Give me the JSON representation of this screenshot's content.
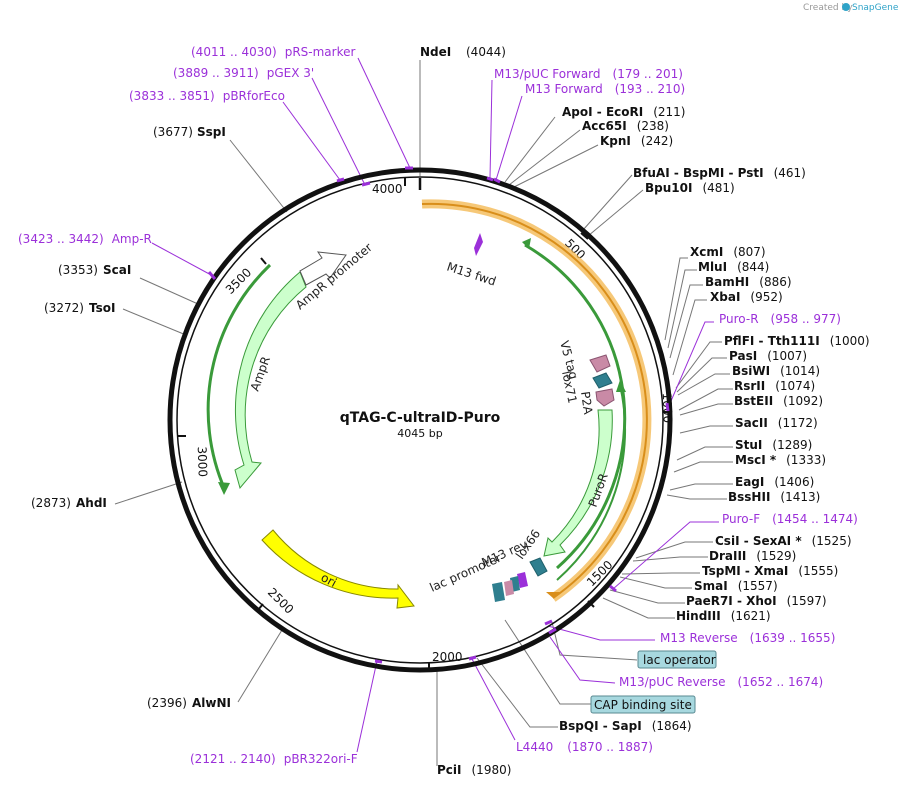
{
  "header": {
    "created_by": "Created by",
    "brand": "SnapGene"
  },
  "plasmid": {
    "name": "qTAG-C-ultraID-Puro",
    "size_label": "4045 bp"
  },
  "ticks": [
    "500",
    "1000",
    "1500",
    "2000",
    "2500",
    "3000",
    "3500",
    "4000"
  ],
  "features": {
    "m13_fwd": "M13 fwd",
    "ampr_promoter": "AmpR promoter",
    "ampr": "AmpR",
    "v5_tag": "V5 tag",
    "lox71": "lox71",
    "p2a": "P2A",
    "puror": "PuroR",
    "lox66": "lox66",
    "m13_rev": "M13 rev",
    "lac_promoter": "lac promoter",
    "ori": "ori",
    "lac_operator": "lac operator",
    "cap_site": "CAP binding site"
  },
  "sites_right": [
    {
      "name": "ApoI",
      "name2": "EcoRI",
      "pos": "(211)"
    },
    {
      "name": "Acc65I",
      "pos": "(238)"
    },
    {
      "name": "KpnI",
      "pos": "(242)"
    },
    {
      "name": "BfuAI",
      "name2": "BspMI",
      "name3": "PstI",
      "pos": "(461)"
    },
    {
      "name": "Bpu10I",
      "pos": "(481)"
    },
    {
      "name": "XcmI",
      "pos": "(807)"
    },
    {
      "name": "MluI",
      "pos": "(844)"
    },
    {
      "name": "BamHI",
      "pos": "(886)"
    },
    {
      "name": "XbaI",
      "pos": "(952)"
    },
    {
      "name": "PflFI",
      "name2": "Tth111I",
      "pos": "(1000)"
    },
    {
      "name": "PasI",
      "pos": "(1007)"
    },
    {
      "name": "BsiWI",
      "pos": "(1014)"
    },
    {
      "name": "RsrII",
      "pos": "(1074)"
    },
    {
      "name": "BstEII",
      "pos": "(1092)"
    },
    {
      "name": "SacII",
      "pos": "(1172)"
    },
    {
      "name": "StuI",
      "pos": "(1289)"
    },
    {
      "name": "MscI *",
      "pos": "(1333)"
    },
    {
      "name": "EagI",
      "pos": "(1406)"
    },
    {
      "name": "BssHII",
      "pos": "(1413)"
    },
    {
      "name": "CsiI",
      "name2": "SexAI *",
      "pos": "(1525)"
    },
    {
      "name": "DraIII",
      "pos": "(1529)"
    },
    {
      "name": "TspMI",
      "name2": "XmaI",
      "pos": "(1555)"
    },
    {
      "name": "SmaI",
      "pos": "(1557)"
    },
    {
      "name": "PaeR7I",
      "name2": "XhoI",
      "pos": "(1597)"
    },
    {
      "name": "HindIII",
      "pos": "(1621)"
    },
    {
      "name": "BspQI",
      "name2": "SapI",
      "pos": "(1864)"
    },
    {
      "name": "PciI",
      "pos": "(1980)"
    }
  ],
  "sites_left": [
    {
      "name": "NdeI",
      "pos": "(4044)"
    },
    {
      "name": "SspI",
      "pos": "(3677)"
    },
    {
      "name": "ScaI",
      "pos": "(3353)"
    },
    {
      "name": "TsoI",
      "pos": "(3272)"
    },
    {
      "name": "AhdI",
      "pos": "(2873)"
    },
    {
      "name": "AlwNI",
      "pos": "(2396)"
    }
  ],
  "primers": [
    {
      "name": "pRS-marker",
      "range": "(4011 .. 4030)"
    },
    {
      "name": "pGEX 3'",
      "range": "(3889 .. 3911)"
    },
    {
      "name": "pBRforEco",
      "range": "(3833 .. 3851)"
    },
    {
      "name": "M13/pUC Forward",
      "range": "(179 .. 201)"
    },
    {
      "name": "M13 Forward",
      "range": "(193 .. 210)"
    },
    {
      "name": "Amp-R",
      "range": "(3423 .. 3442)"
    },
    {
      "name": "Puro-R",
      "range": "(958 .. 977)"
    },
    {
      "name": "Puro-F",
      "range": "(1454 .. 1474)"
    },
    {
      "name": "M13 Reverse",
      "range": "(1639 .. 1655)"
    },
    {
      "name": "M13/pUC Reverse",
      "range": "(1652 .. 1674)"
    },
    {
      "name": "L4440",
      "range": "(1870 .. 1887)"
    },
    {
      "name": "pBR322ori-F",
      "range": "(2121 .. 2140)"
    }
  ],
  "colors": {
    "backbone": "#111111",
    "primer": "#9b30d9",
    "orf_fill": "#ccffcc",
    "orf_stroke": "#3a9a3a",
    "highlight": "#f3b64b",
    "ori": "#ffff00",
    "tag": "#c98aa6",
    "lox": "#2f7f8f",
    "box_fill": "#a7d8df"
  }
}
